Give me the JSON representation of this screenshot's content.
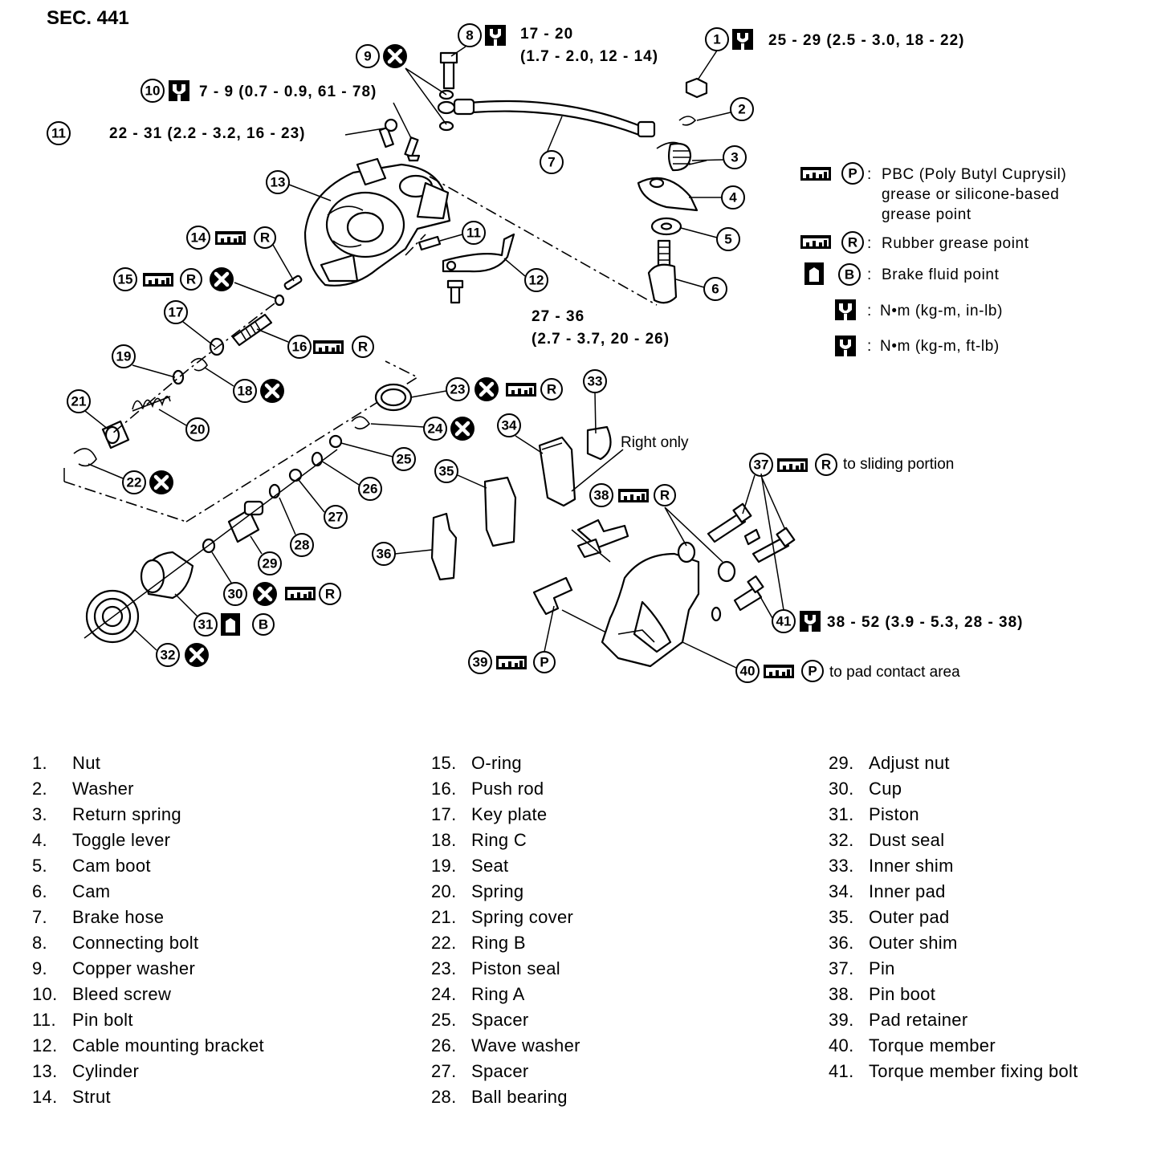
{
  "section_label": "SEC. 441",
  "legend": {
    "pbc_symbol": "P",
    "pbc_lines": [
      "PBC (Poly Butyl Cuprysil)",
      "grease or silicone-based",
      "grease point"
    ],
    "rubber_symbol": "R",
    "rubber_text": "Rubber grease point",
    "brake_symbol": "B",
    "brake_text": "Brake fluid point",
    "torque_in_text": "N•m (kg-m, in-lb)",
    "torque_ft_text": "N•m (kg-m, ft-lb)",
    "separator": ":"
  },
  "torque_specs": {
    "t1": "25 - 29 (2.5 - 3.0, 18 - 22)",
    "t8_line1": "17 - 20",
    "t8_line2": "(1.7 - 2.0, 12 - 14)",
    "t10": "7 - 9 (0.7 - 0.9, 61 - 78)",
    "t11": "22 - 31 (2.2 - 3.2, 16 - 23)",
    "t12_line1": "27 - 36",
    "t12_line2": "(2.7 - 3.7, 20 - 26)",
    "t41": "38 - 52 (3.9 - 5.3, 28 - 38)"
  },
  "notes": {
    "right_only": "Right only",
    "to_sliding": "to sliding portion",
    "to_pad_contact": "to pad contact area"
  },
  "parts": [
    {
      "num": "1.",
      "name": "Nut"
    },
    {
      "num": "2.",
      "name": "Washer"
    },
    {
      "num": "3.",
      "name": "Return spring"
    },
    {
      "num": "4.",
      "name": "Toggle lever"
    },
    {
      "num": "5.",
      "name": "Cam boot"
    },
    {
      "num": "6.",
      "name": "Cam"
    },
    {
      "num": "7.",
      "name": "Brake hose"
    },
    {
      "num": "8.",
      "name": "Connecting bolt"
    },
    {
      "num": "9.",
      "name": "Copper washer"
    },
    {
      "num": "10.",
      "name": "Bleed screw"
    },
    {
      "num": "11.",
      "name": "Pin bolt"
    },
    {
      "num": "12.",
      "name": "Cable mounting bracket"
    },
    {
      "num": "13.",
      "name": "Cylinder"
    },
    {
      "num": "14.",
      "name": "Strut"
    },
    {
      "num": "15.",
      "name": "O-ring"
    },
    {
      "num": "16.",
      "name": "Push rod"
    },
    {
      "num": "17.",
      "name": "Key plate"
    },
    {
      "num": "18.",
      "name": "Ring C"
    },
    {
      "num": "19.",
      "name": "Seat"
    },
    {
      "num": "20.",
      "name": "Spring"
    },
    {
      "num": "21.",
      "name": "Spring cover"
    },
    {
      "num": "22.",
      "name": "Ring B"
    },
    {
      "num": "23.",
      "name": "Piston seal"
    },
    {
      "num": "24.",
      "name": "Ring A"
    },
    {
      "num": "25.",
      "name": "Spacer"
    },
    {
      "num": "26.",
      "name": "Wave washer"
    },
    {
      "num": "27.",
      "name": "Spacer"
    },
    {
      "num": "28.",
      "name": "Ball bearing"
    },
    {
      "num": "29.",
      "name": "Adjust nut"
    },
    {
      "num": "30.",
      "name": "Cup"
    },
    {
      "num": "31.",
      "name": "Piston"
    },
    {
      "num": "32.",
      "name": "Dust seal"
    },
    {
      "num": "33.",
      "name": "Inner shim"
    },
    {
      "num": "34.",
      "name": "Inner pad"
    },
    {
      "num": "35.",
      "name": "Outer pad"
    },
    {
      "num": "36.",
      "name": "Outer shim"
    },
    {
      "num": "37.",
      "name": "Pin"
    },
    {
      "num": "38.",
      "name": "Pin boot"
    },
    {
      "num": "39.",
      "name": "Pad retainer"
    },
    {
      "num": "40.",
      "name": "Torque member"
    },
    {
      "num": "41.",
      "name": "Torque member fixing bolt"
    }
  ]
}
